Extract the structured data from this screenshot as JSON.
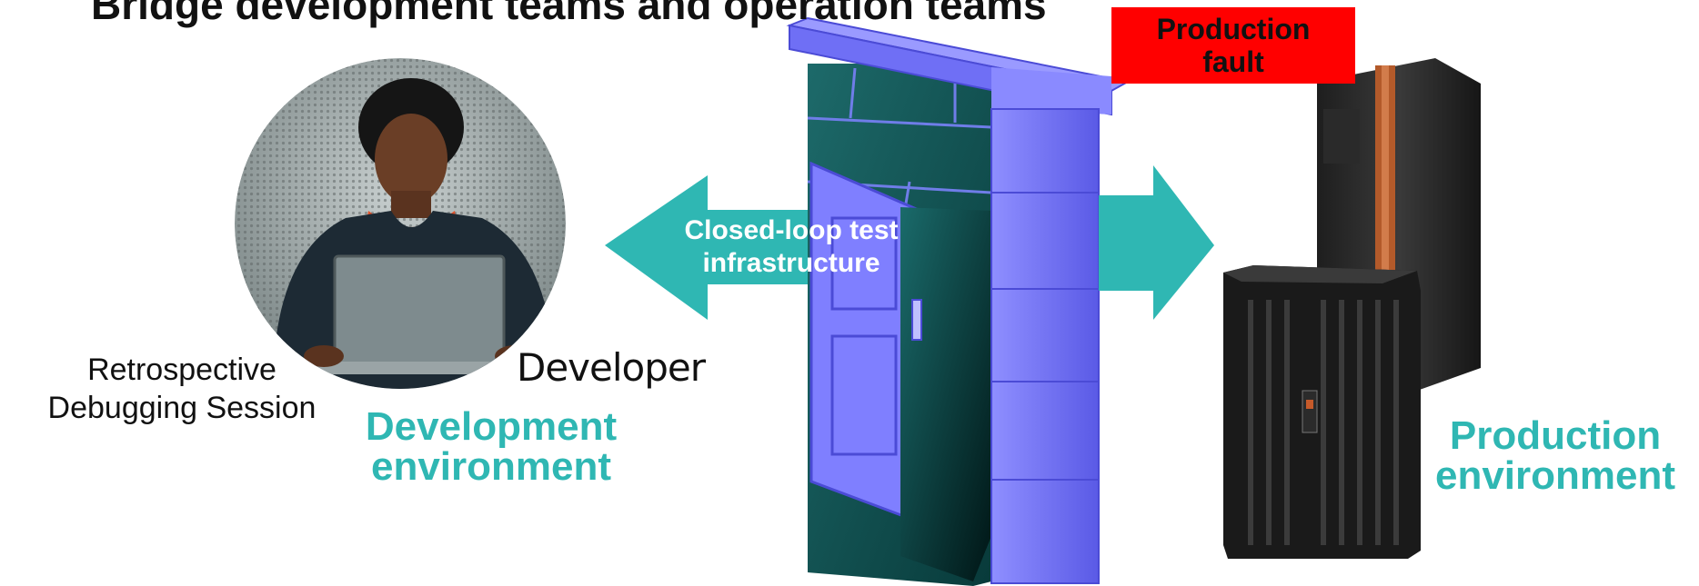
{
  "title": "Bridge development teams and operation teams",
  "fault_label": [
    "Production",
    "fault"
  ],
  "developer_label": "Developer",
  "session_label": [
    "Retrospective",
    "Debugging Session"
  ],
  "dev_env_label": [
    "Development",
    "environment"
  ],
  "prod_env_label": [
    "Production",
    "environment"
  ],
  "arrow_label": [
    "Closed-loop test",
    "infrastructure"
  ],
  "colors": {
    "teal": "#2fb7b3",
    "wall": "#7f7fff",
    "fault": "#ff0000",
    "wall_inner": "#0f5a5a"
  }
}
